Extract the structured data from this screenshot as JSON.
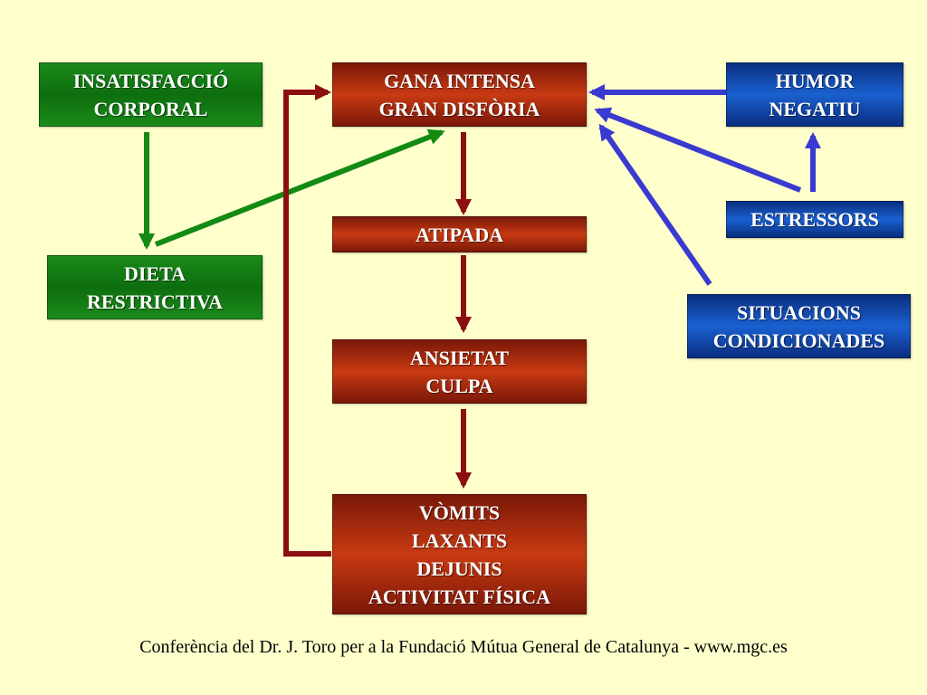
{
  "colors": {
    "background": "#FFFFCC",
    "green_box": "#0E6E0E",
    "red_box": "#C83A12",
    "blue_box": "#1A60D0",
    "green_arrow": "#138A13",
    "red_arrow": "#8B0F0F",
    "blue_arrow": "#3A3AD0"
  },
  "boxes": {
    "insatisfaccio": {
      "lines": [
        "INSATISFACCIÓ",
        "CORPORAL"
      ]
    },
    "dieta": {
      "lines": [
        "DIETA",
        "RESTRICTIVA"
      ]
    },
    "gana": {
      "lines": [
        "GANA INTENSA",
        "GRAN DISFÒRIA"
      ]
    },
    "atipada": {
      "lines": [
        "ATIPADA"
      ]
    },
    "ansietat": {
      "lines": [
        "ANSIETAT",
        "CULPA"
      ]
    },
    "vomits": {
      "lines": [
        "VÒMITS",
        "LAXANTS",
        "DEJUNIS",
        "ACTIVITAT FÍSICA"
      ]
    },
    "humor": {
      "lines": [
        "HUMOR",
        "NEGATIU"
      ]
    },
    "estressors": {
      "lines": [
        "ESTRESSORS"
      ]
    },
    "situacions": {
      "lines": [
        "SITUACIONS",
        "CONDICIONADES"
      ]
    }
  },
  "footer": "Conferència del Dr. J. Toro per a la Fundació Mútua General de Catalunya - www.mgc.es"
}
